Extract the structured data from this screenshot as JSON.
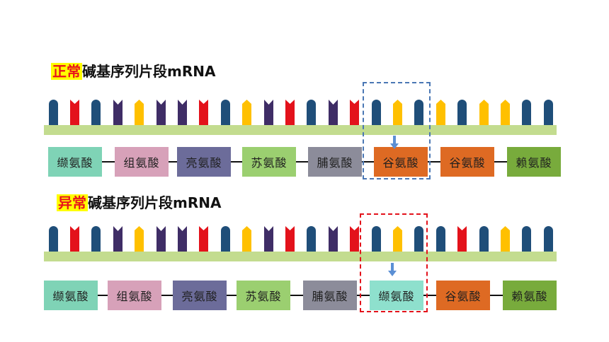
{
  "normal": {
    "highlight": "正常",
    "title_rest": "碱基序列片段mRNA",
    "bases": [
      "U",
      "A",
      "U",
      "G",
      "C",
      "G",
      "G",
      "A",
      "U",
      "C",
      "G",
      "A",
      "U",
      "G",
      "A",
      "U",
      "C",
      "U",
      "C",
      "U",
      "C",
      "C",
      "U",
      "U"
    ],
    "amino_acids": [
      {
        "name": "缬氨酸",
        "color": "#7fd3b6"
      },
      {
        "name": "组氨酸",
        "color": "#d7a1b9"
      },
      {
        "name": "亮氨酸",
        "color": "#6c6c9a"
      },
      {
        "name": "苏氨酸",
        "color": "#9bcf70"
      },
      {
        "name": "脯氨酸",
        "color": "#8c8c9a"
      },
      {
        "name": "谷氨酸",
        "color": "#de6a23"
      },
      {
        "name": "谷氨酸",
        "color": "#de6a23"
      },
      {
        "name": "赖氨酸",
        "color": "#78ab3c"
      }
    ]
  },
  "abnormal": {
    "highlight": "异常",
    "title_rest": "碱基序列片段mRNA",
    "bases": [
      "U",
      "A",
      "U",
      "G",
      "C",
      "G",
      "G",
      "A",
      "U",
      "C",
      "G",
      "A",
      "U",
      "G",
      "A",
      "U",
      "C",
      "U",
      "U",
      "A",
      "U",
      "C",
      "U",
      "U"
    ],
    "amino_acids": [
      {
        "name": "缬氨酸",
        "color": "#7fd3b6"
      },
      {
        "name": "组氨酸",
        "color": "#d7a1b9"
      },
      {
        "name": "亮氨酸",
        "color": "#6c6c9a"
      },
      {
        "name": "苏氨酸",
        "color": "#9bcf70"
      },
      {
        "name": "脯氨酸",
        "color": "#8c8c9a"
      },
      {
        "name": "缬氨酸",
        "color": "#8ee0cd"
      },
      {
        "name": "谷氨酸",
        "color": "#de6a23"
      },
      {
        "name": "赖氨酸",
        "color": "#78ab3c"
      }
    ]
  },
  "base_colors": {
    "U": "#1f4e79",
    "A": "#e3121b",
    "G": "#3f2d66",
    "C": "#ffc000"
  },
  "frame_colors": {
    "normal": "#4a77b4",
    "abnormal": "#e3121b"
  },
  "arrow_color": "#5b8fd4"
}
